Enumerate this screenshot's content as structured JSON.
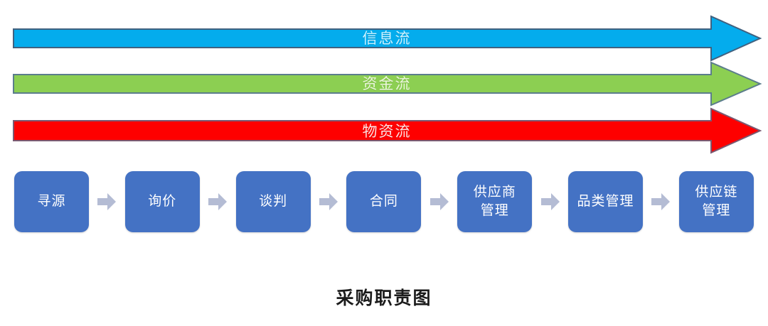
{
  "diagram": {
    "caption": "采购职责图",
    "flows": [
      {
        "id": "information",
        "label": "信息流",
        "fill": "#04ACED",
        "stroke": "#41617F",
        "text_color": "#CDF2FF"
      },
      {
        "id": "capital",
        "label": "资金流",
        "fill": "#8CCF52",
        "stroke": "#5B7D8C",
        "text_color": "#EAF7DA"
      },
      {
        "id": "material",
        "label": "物资流",
        "fill": "#FE0000",
        "stroke": "#7A5A72",
        "text_color": "#FFE3E3"
      }
    ],
    "process": {
      "box_color": "#4472C4",
      "box_text_color": "#FFFFFF",
      "connector_color": "#B4BCD4",
      "connector_icon": "right-arrow-icon",
      "steps": [
        {
          "id": "sourcing",
          "label": "寻源"
        },
        {
          "id": "inquiry",
          "label": "询价"
        },
        {
          "id": "negotiation",
          "label": "谈判"
        },
        {
          "id": "contract",
          "label": "合同"
        },
        {
          "id": "supplier-management",
          "label": "供应商\n管理"
        },
        {
          "id": "category-management",
          "label": "品类管理"
        },
        {
          "id": "supply-chain-management",
          "label": "供应链\n管理"
        }
      ]
    }
  }
}
